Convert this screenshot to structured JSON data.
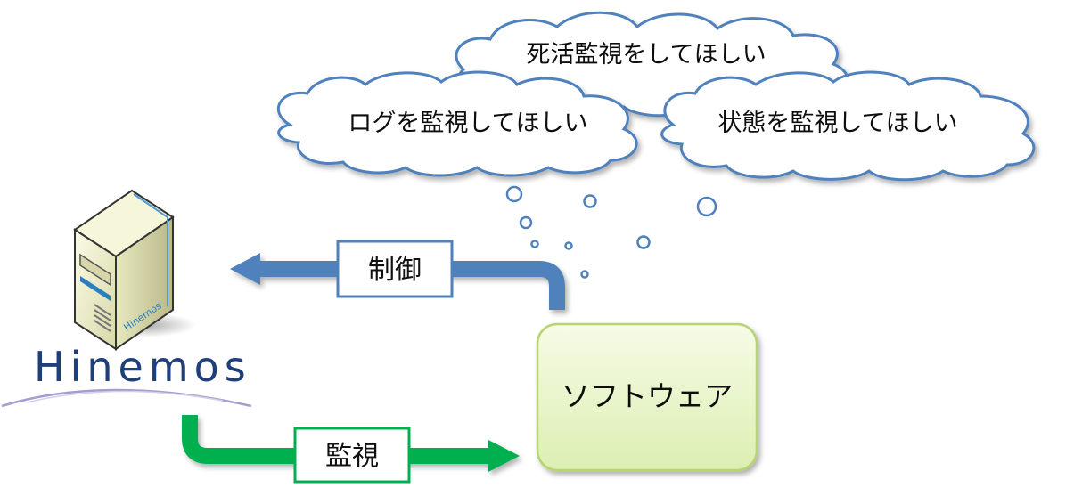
{
  "clouds": {
    "alive": "死活監視をしてほしい",
    "log": "ログを監視してほしい",
    "state": "状態を監視してほしい"
  },
  "arrows": {
    "control_label": "制御",
    "monitor_label": "監視"
  },
  "software": {
    "label": "ソフトウェア"
  },
  "hinemos": {
    "brand": "Hinemos",
    "server_label": "Hinemos"
  },
  "colors": {
    "control_arrow": "#4f81bd",
    "monitor_arrow": "#00b050",
    "software_fill": "#e7f5c5",
    "software_border": "#9bbb59",
    "cloud_stroke": "#4f81bd",
    "bubble_stroke": "#4f81bd"
  },
  "icons": [
    "server-icon",
    "cloud-shape",
    "thought-bubble"
  ]
}
